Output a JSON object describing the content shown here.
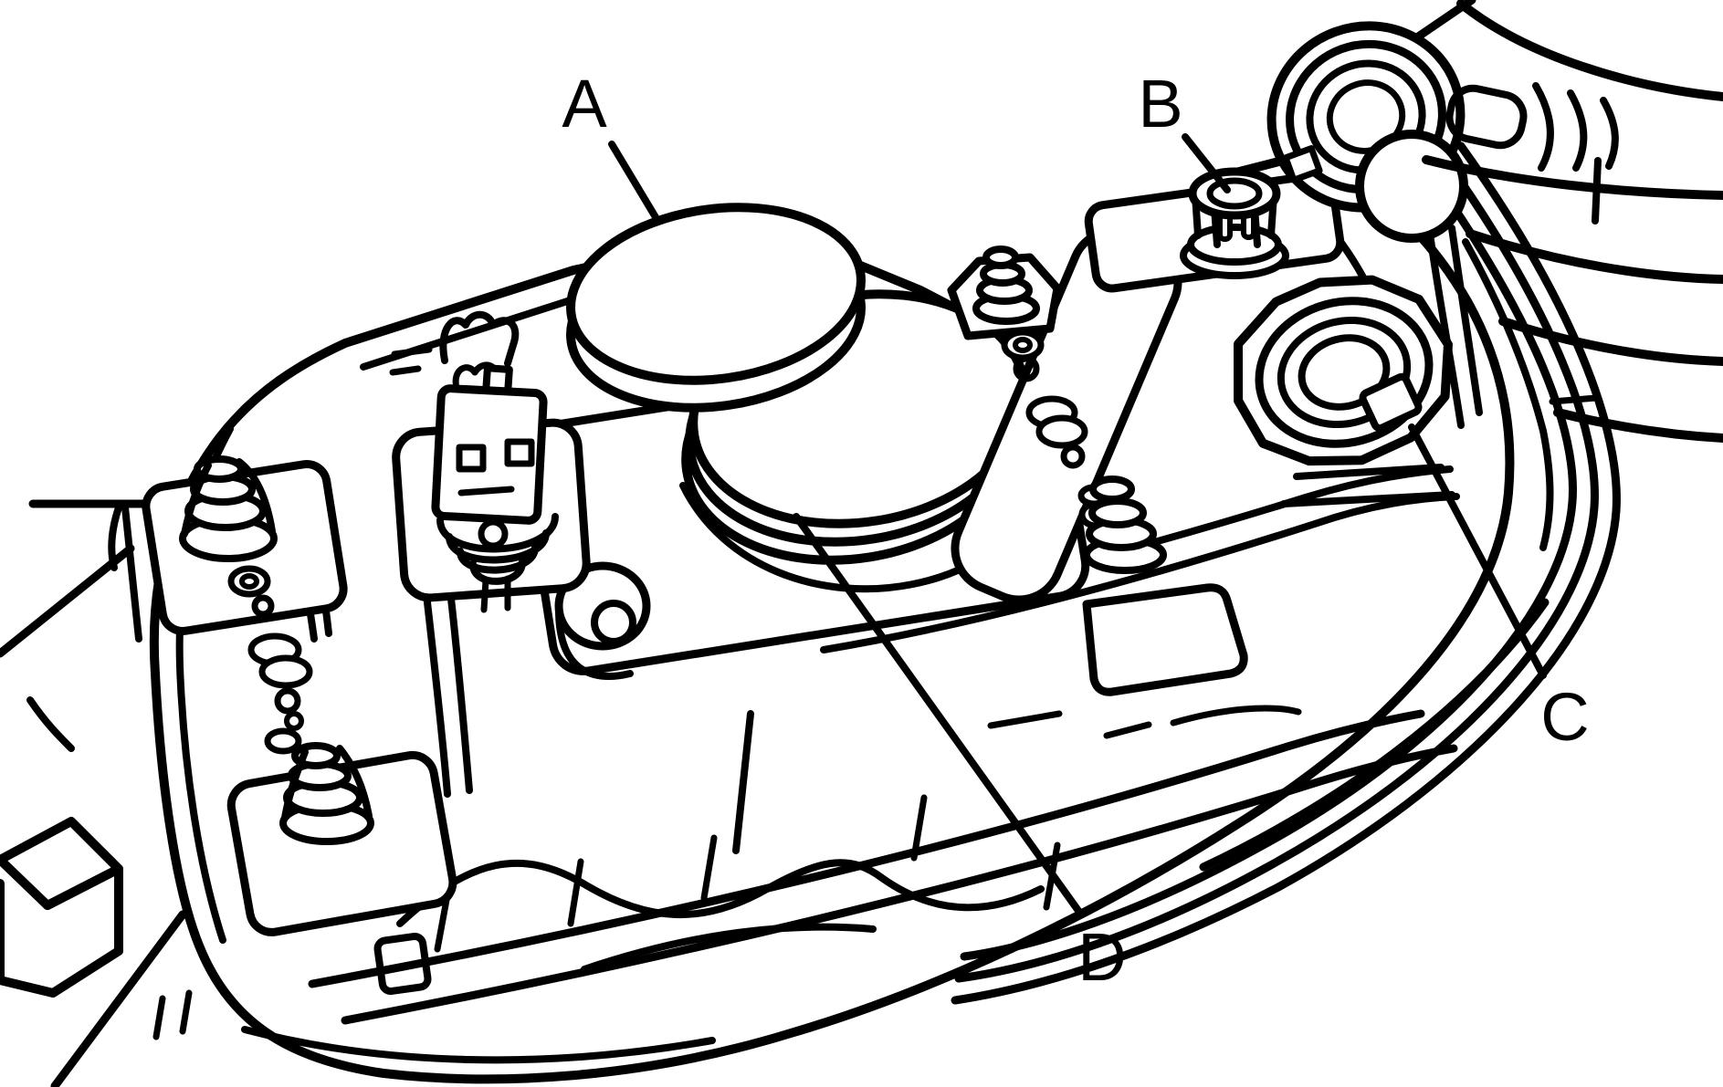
{
  "figure": {
    "colors": {
      "background": "#ffffff",
      "line": "#000000"
    },
    "callouts": [
      {
        "label": "A"
      },
      {
        "label": "B"
      },
      {
        "label": "C"
      },
      {
        "label": "D"
      }
    ]
  }
}
